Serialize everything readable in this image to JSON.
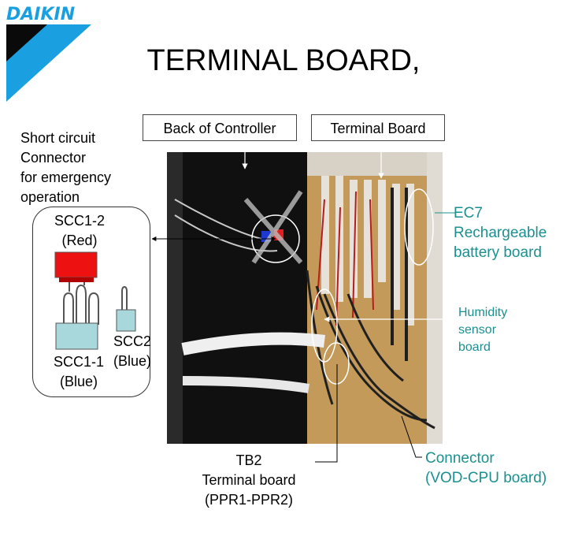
{
  "logo": {
    "brand": "DAIKIN"
  },
  "title": "TERMINAL BOARD,",
  "labels": {
    "back_of_controller": "Back of Controller",
    "terminal_board": "Terminal Board"
  },
  "short_circuit": {
    "lines": [
      "Short circuit",
      "Connector",
      "for emergency",
      "operation"
    ]
  },
  "inset": {
    "scc1_2": [
      "SCC1-2",
      "(Red)"
    ],
    "scc1_1": [
      "SCC1-1",
      "(Blue)"
    ],
    "scc2": [
      "SCC2",
      "(Blue)"
    ],
    "colors": {
      "red": "#ee1111",
      "blue": "#a8d8dc"
    }
  },
  "ec7": {
    "lines": [
      "EC7",
      "Rechargeable",
      "battery board"
    ]
  },
  "humidity": {
    "lines": [
      "Humidity",
      "sensor",
      "board"
    ]
  },
  "tb2": {
    "lines": [
      "TB2",
      "Terminal board",
      "(PPR1-PPR2)"
    ]
  },
  "connector": {
    "lines": [
      "Connector",
      "(VOD-CPU board)"
    ]
  },
  "colors": {
    "logo_blue": "#1aa0e0",
    "annotation_teal": "#1a9090"
  }
}
